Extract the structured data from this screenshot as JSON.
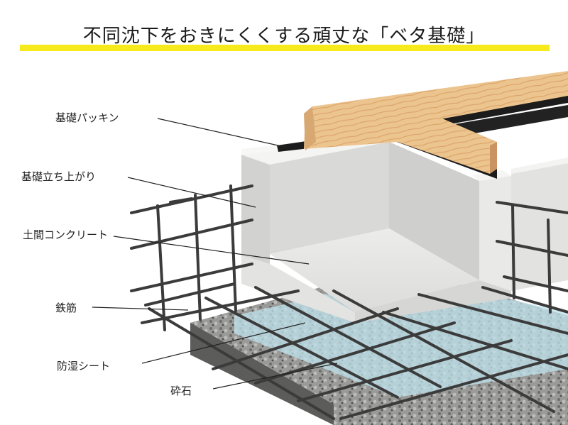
{
  "title": "不同沈下をおきにくくする頑丈な「ベタ基礎」",
  "colors": {
    "accent_underline": "#f7ea1c",
    "concrete": "#e6e6e4",
    "wood": "#e8c08a",
    "gravel": "#8f8f8f",
    "rebar": "#3b3b3b"
  },
  "labels": {
    "packing": "基礎パッキン",
    "riser": "基礎立ち上がり",
    "slab": "土間コンクリート",
    "rebar": "鉄筋",
    "moisture_sheet": "防湿シート",
    "gravel": "砕石"
  }
}
